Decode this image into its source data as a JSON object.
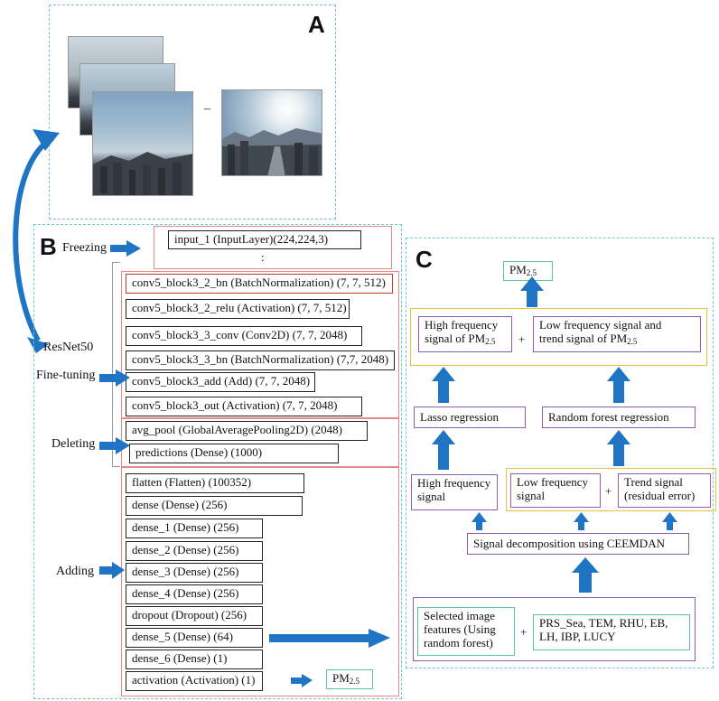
{
  "panels": {
    "a": "A",
    "b": "B",
    "c": "C"
  },
  "panel_a": {
    "minus": "–"
  },
  "panel_b": {
    "labels": {
      "freezing": "Freezing",
      "resnet": "ResNet50",
      "finetuning": "Fine-tuning",
      "deleting": "Deleting",
      "adding": "Adding"
    },
    "input_layer": "input_1 (InputLayer)(224,224,3)",
    "ellipsis": ":",
    "finetune_layers": [
      "conv5_block3_2_bn (BatchNormalization) (7, 7, 512)",
      "conv5_block3_2_relu (Activation) (7, 7, 512)",
      "conv5_block3_3_conv (Conv2D) (7, 7, 2048)",
      "conv5_block3_3_bn (BatchNormalization) (7,7, 2048)",
      "conv5_block3_add (Add) (7, 7, 2048)",
      "conv5_block3_out (Activation) (7, 7, 2048)"
    ],
    "deleted_layers": [
      "avg_pool (GlobalAveragePooling2D) (2048)",
      "predictions (Dense) (1000)"
    ],
    "added_layers": [
      "flatten (Flatten) (100352)",
      "dense (Dense) (256)",
      "dense_1 (Dense) (256)",
      "dense_2 (Dense) (256)",
      "dense_3 (Dense) (256)",
      "dense_4 (Dense) (256)",
      "dropout (Dropout) (256)",
      "dense_5 (Dense) (64)",
      "dense_6 (Dense) (1)",
      "activation (Activation) (1)"
    ],
    "pm_main": "PM",
    "pm_sub": "2.5"
  },
  "panel_c": {
    "pm_top_main": "PM",
    "pm_top_sub": "2.5",
    "high_freq_pm_line1": "High frequency",
    "high_freq_pm_line2": "signal of PM",
    "high_freq_pm_sub": "2.5",
    "plus": "+",
    "low_freq_pm_line1": "Low frequency signal and",
    "low_freq_pm_line2": "trend signal of PM",
    "low_freq_pm_sub": "2.5",
    "lasso": "Lasso regression",
    "random_forest": "Random forest regression",
    "high_freq_signal_line1": "High frequency",
    "high_freq_signal_line2": "signal",
    "low_freq_signal_line1": "Low frequency",
    "low_freq_signal_line2": "signal",
    "trend_line1": "Trend signal",
    "trend_line2": "(residual error)",
    "decomposition": "Signal decomposition using CEEMDAN",
    "selected_line1": "Selected image",
    "selected_line2": "features (Using",
    "selected_line3": "random forest)",
    "met_line1": "PRS_Sea, TEM, RHU, EB,",
    "met_line2": "LH, IBP, LUCY"
  },
  "colors": {
    "arrow": "#1f74c4",
    "panel_border": "#6ec6d8",
    "red": "#e48a8a",
    "gold": "#e8c43d",
    "purple": "#8e5fb0",
    "green": "#5fc2a2"
  }
}
